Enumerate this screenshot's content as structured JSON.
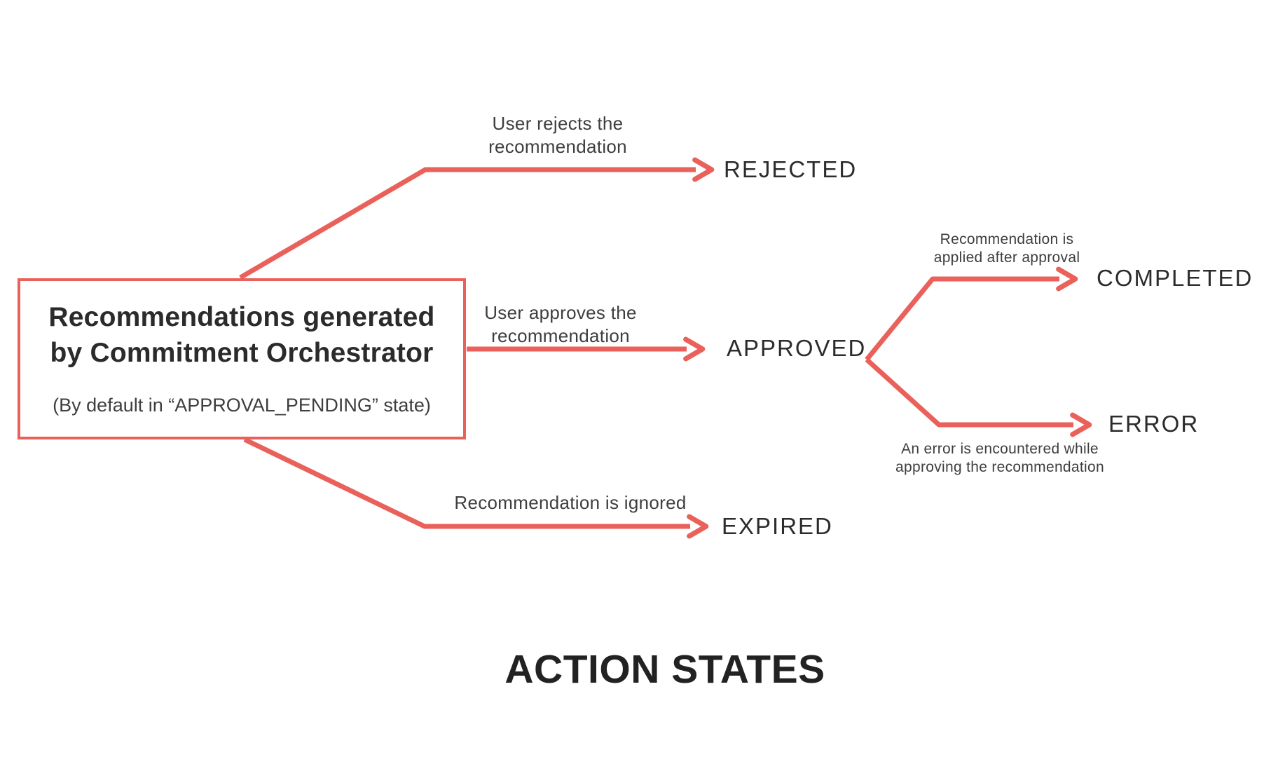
{
  "palette": {
    "arrow_red": "#EA615B",
    "box_border_red": "#EA615B",
    "heading_text": "#2B2B2B",
    "state_text": "#2C2C2C",
    "caption_text": "#3E3E3E",
    "background": "#FFFFFF"
  },
  "source_box": {
    "title_line1": "Recommendations generated",
    "title_line2": "by Commitment Orchestrator",
    "subtitle": "(By default in “APPROVAL_PENDING” state)"
  },
  "states": {
    "rejected": {
      "label": "REJECTED",
      "caption_line1": "User rejects the",
      "caption_line2": "recommendation"
    },
    "approved": {
      "label": "APPROVED",
      "caption_line1": "User approves the",
      "caption_line2": "recommendation"
    },
    "expired": {
      "label": "EXPIRED",
      "caption_line1": "Recommendation is ignored"
    },
    "completed": {
      "label": "COMPLETED",
      "caption_line1": "Recommendation is",
      "caption_line2": "applied after approval"
    },
    "error": {
      "label": "ERROR",
      "caption_line1": "An error is encountered while",
      "caption_line2": "approving the recommendation"
    }
  },
  "footer": {
    "title": "ACTION STATES"
  }
}
